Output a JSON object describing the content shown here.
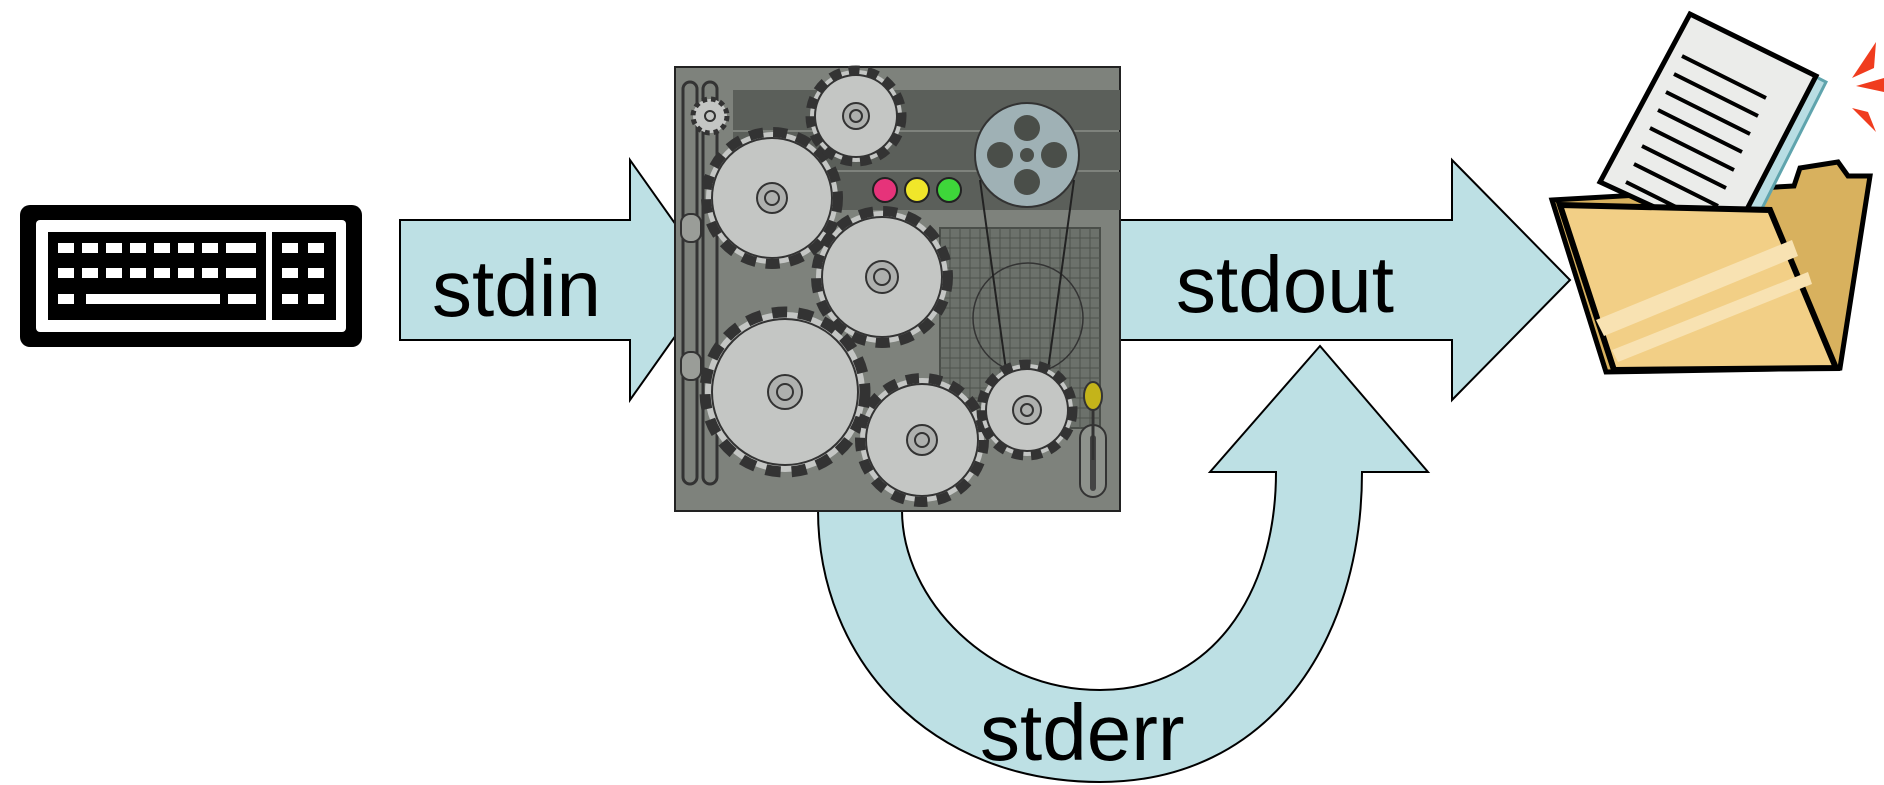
{
  "labels": {
    "stdin": "stdin",
    "stdout": "stdout",
    "stderr": "stderr"
  },
  "icons": {
    "source": "keyboard-icon",
    "process": "machine-gears-icon",
    "destination": "folder-document-icon"
  },
  "colors": {
    "arrow_fill": "#bde0e4",
    "machine_body": "#7e827c",
    "gear": "#c4c6c4",
    "folder": "#f2cf86",
    "burst": "#f03c1e"
  }
}
